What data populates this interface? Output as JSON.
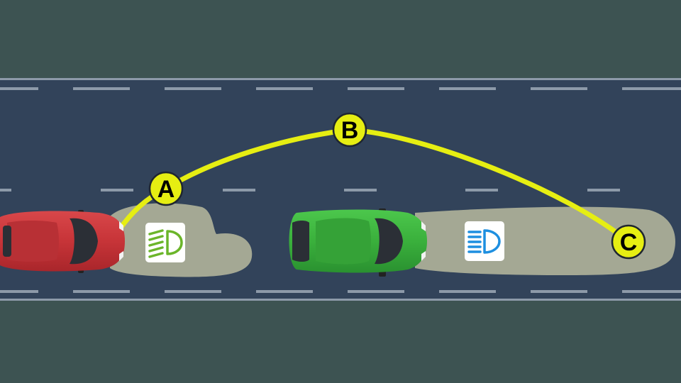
{
  "scene": {
    "description_colors": {
      "background": "#3d5352",
      "road": "#32435a",
      "lane_marking": "#8d9aa9",
      "path": "#e6ee12",
      "beam": "#a4a894",
      "red_car": "#c73438",
      "green_car": "#3ab03c"
    }
  },
  "markers": [
    {
      "id": "A",
      "label": "A"
    },
    {
      "id": "B",
      "label": "B"
    },
    {
      "id": "C",
      "label": "C"
    }
  ],
  "icons": [
    {
      "name": "dipped-headlight-icon",
      "color": "#6bb52a"
    },
    {
      "name": "main-beam-headlight-icon",
      "color": "#1e8fe0"
    }
  ],
  "vehicles": [
    {
      "name": "red-car",
      "color": "#c73438"
    },
    {
      "name": "green-car",
      "color": "#3ab03c"
    }
  ]
}
